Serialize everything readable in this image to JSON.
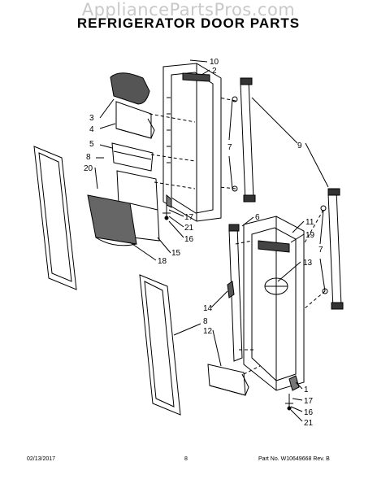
{
  "watermark": "AppliancePartsPros.com",
  "title": "REFRIGERATOR DOOR PARTS",
  "callouts": [
    "10",
    "2",
    "3",
    "4",
    "5",
    "8",
    "20",
    "7",
    "9",
    "17",
    "21",
    "16",
    "15",
    "18",
    "6",
    "11",
    "19",
    "13",
    "7",
    "14",
    "8",
    "12",
    "1",
    "17",
    "16",
    "21"
  ],
  "footer": {
    "date": "02/13/2017",
    "page": "8",
    "part": "Part No. W10649668  Rev. B"
  }
}
